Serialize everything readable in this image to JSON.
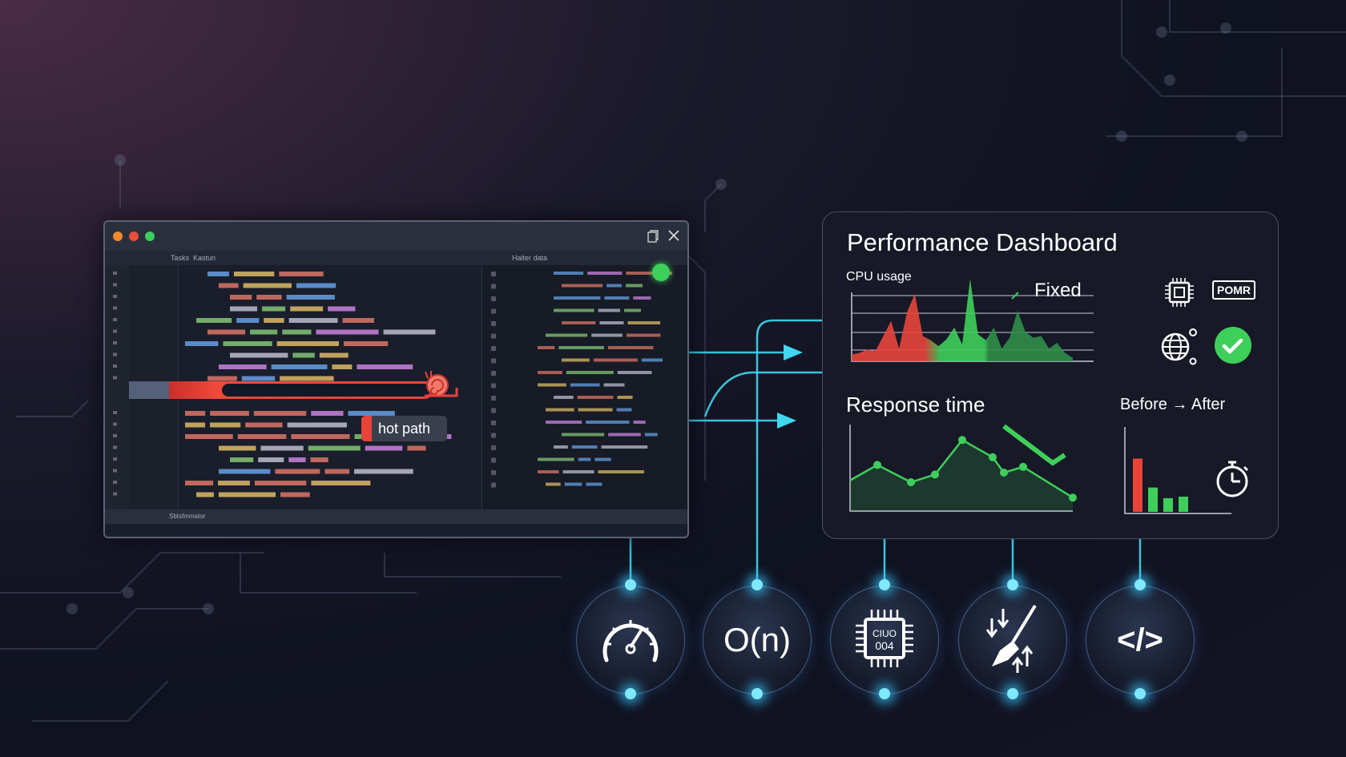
{
  "editor": {
    "tabs": [
      "Tasks",
      "Kastun"
    ],
    "right_pane_title": "Halter data",
    "status_text": "Sbtsfmmator",
    "hot_path_label": "hot path",
    "icons": [
      "snail-icon",
      "close-icon",
      "copy-icon"
    ]
  },
  "dashboard": {
    "title": "Performance Dashboard",
    "cpu_label": "CPU usage",
    "fixed_label": "Fixed",
    "ram_label": "POMR",
    "response_title": "Response time",
    "before_after_label": "Before → After",
    "colors": {
      "bad": "#e8443a",
      "good": "#3ecf5a",
      "accent": "#3fd8f0"
    },
    "cpu_series": [
      8,
      10,
      14,
      12,
      30,
      48,
      15,
      58,
      80,
      30,
      25,
      18,
      26,
      40,
      20,
      98,
      32,
      25,
      40,
      15,
      28,
      60,
      35,
      28,
      30,
      15,
      22,
      10,
      4
    ],
    "response_points": [
      32,
      48,
      30,
      38,
      74,
      56,
      40,
      46,
      14
    ],
    "before_after_bars": [
      {
        "value": 70,
        "status": "before"
      },
      {
        "value": 32,
        "status": "after"
      },
      {
        "value": 18,
        "status": "after"
      },
      {
        "value": 20,
        "status": "after"
      }
    ]
  },
  "features": [
    {
      "icon": "speedometer-icon",
      "label": ""
    },
    {
      "icon": "big-o-icon",
      "label": "O(n)"
    },
    {
      "icon": "cpu-chip-icon",
      "label": "CIUO 004"
    },
    {
      "icon": "broom-cleanup-icon",
      "label": ""
    },
    {
      "icon": "code-icon",
      "label": "</>"
    }
  ]
}
